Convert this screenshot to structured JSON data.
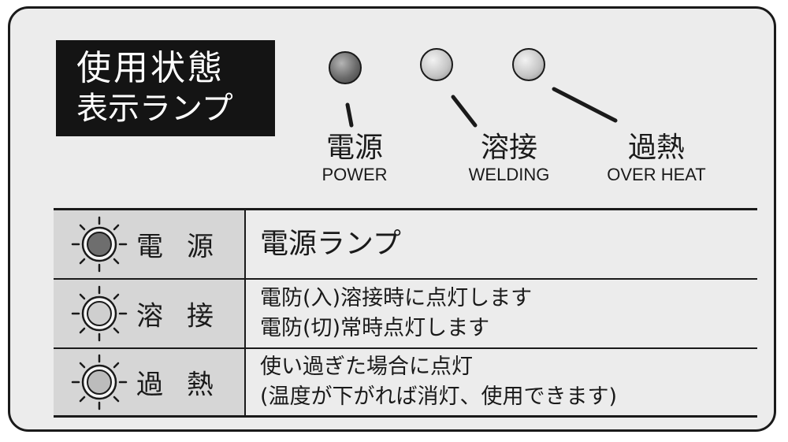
{
  "title": {
    "line1": "使用状態",
    "line2": "表示ランプ"
  },
  "lamps": [
    {
      "jp": "電源",
      "en": "POWER"
    },
    {
      "jp": "溶接",
      "en": "WELDING"
    },
    {
      "jp": "過熱",
      "en": "OVER HEAT"
    }
  ],
  "rows": [
    {
      "name": "電源",
      "lines": [
        "電源ランプ"
      ]
    },
    {
      "name": "溶接",
      "lines": [
        "電防(入)溶接時に点灯します",
        "電防(切)常時点灯します"
      ]
    },
    {
      "name": "過熱",
      "lines": [
        "使い過ぎた場合に点灯",
        "(温度が下がれば消灯、使用できます)"
      ]
    }
  ],
  "icons": [
    "lamp-icon",
    "glowing-lamp-icon"
  ]
}
